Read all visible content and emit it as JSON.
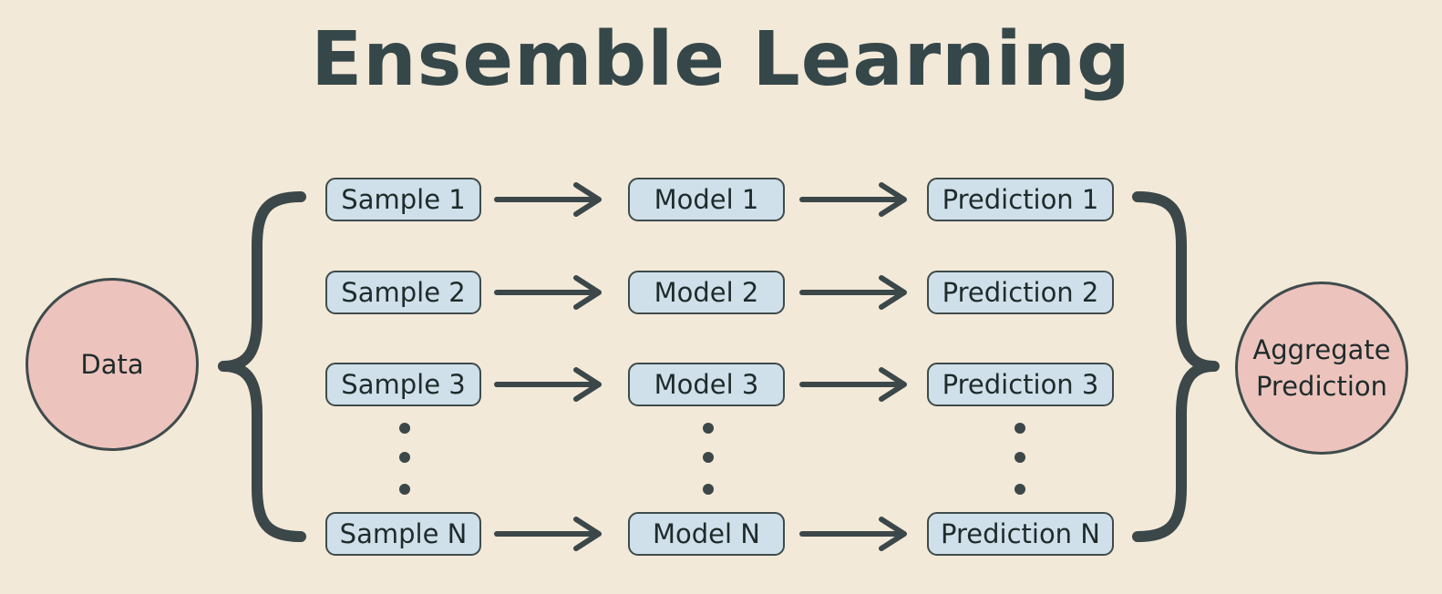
{
  "title": "Ensemble Learning",
  "input_node": "Data",
  "output_node": "Aggregate\nPrediction",
  "rows": [
    {
      "sample": "Sample 1",
      "model": "Model 1",
      "prediction": "Prediction 1"
    },
    {
      "sample": "Sample 2",
      "model": "Model 2",
      "prediction": "Prediction 2"
    },
    {
      "sample": "Sample 3",
      "model": "Model 3",
      "prediction": "Prediction 3"
    },
    {
      "sample": "Sample N",
      "model": "Model N",
      "prediction": "Prediction N"
    }
  ],
  "colors": {
    "background": "#f3e9d8",
    "title": "#36474a",
    "circle_fill": "#ecc4bd",
    "box_fill": "#cfe0ea",
    "stroke": "#3f4b4c"
  }
}
